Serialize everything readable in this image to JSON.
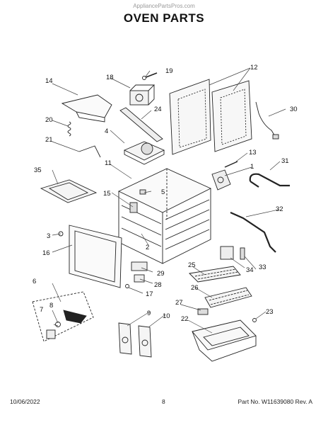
{
  "watermark": "AppliancePartsPros.com",
  "title": "OVEN PARTS",
  "callouts": {
    "c1": "1",
    "c2": "2",
    "c3": "3",
    "c4": "4",
    "c5": "5",
    "c6": "6",
    "c7": "7",
    "c8": "8",
    "c9": "9",
    "c10": "10",
    "c11": "11",
    "c12": "12",
    "c13": "13",
    "c14": "14",
    "c15": "15",
    "c16": "16",
    "c17": "17",
    "c18": "18",
    "c19": "19",
    "c20": "20",
    "c21": "21",
    "c22": "22",
    "c23": "23",
    "c24": "24",
    "c25": "25",
    "c26": "26",
    "c27": "27",
    "c28": "28",
    "c29": "29",
    "c30": "30",
    "c31": "31",
    "c32": "32",
    "c33": "33",
    "c34": "34",
    "c35": "35"
  },
  "footer": {
    "date": "10/06/2022",
    "page": "8",
    "part": "Part No. W11639080  Rev. A"
  }
}
